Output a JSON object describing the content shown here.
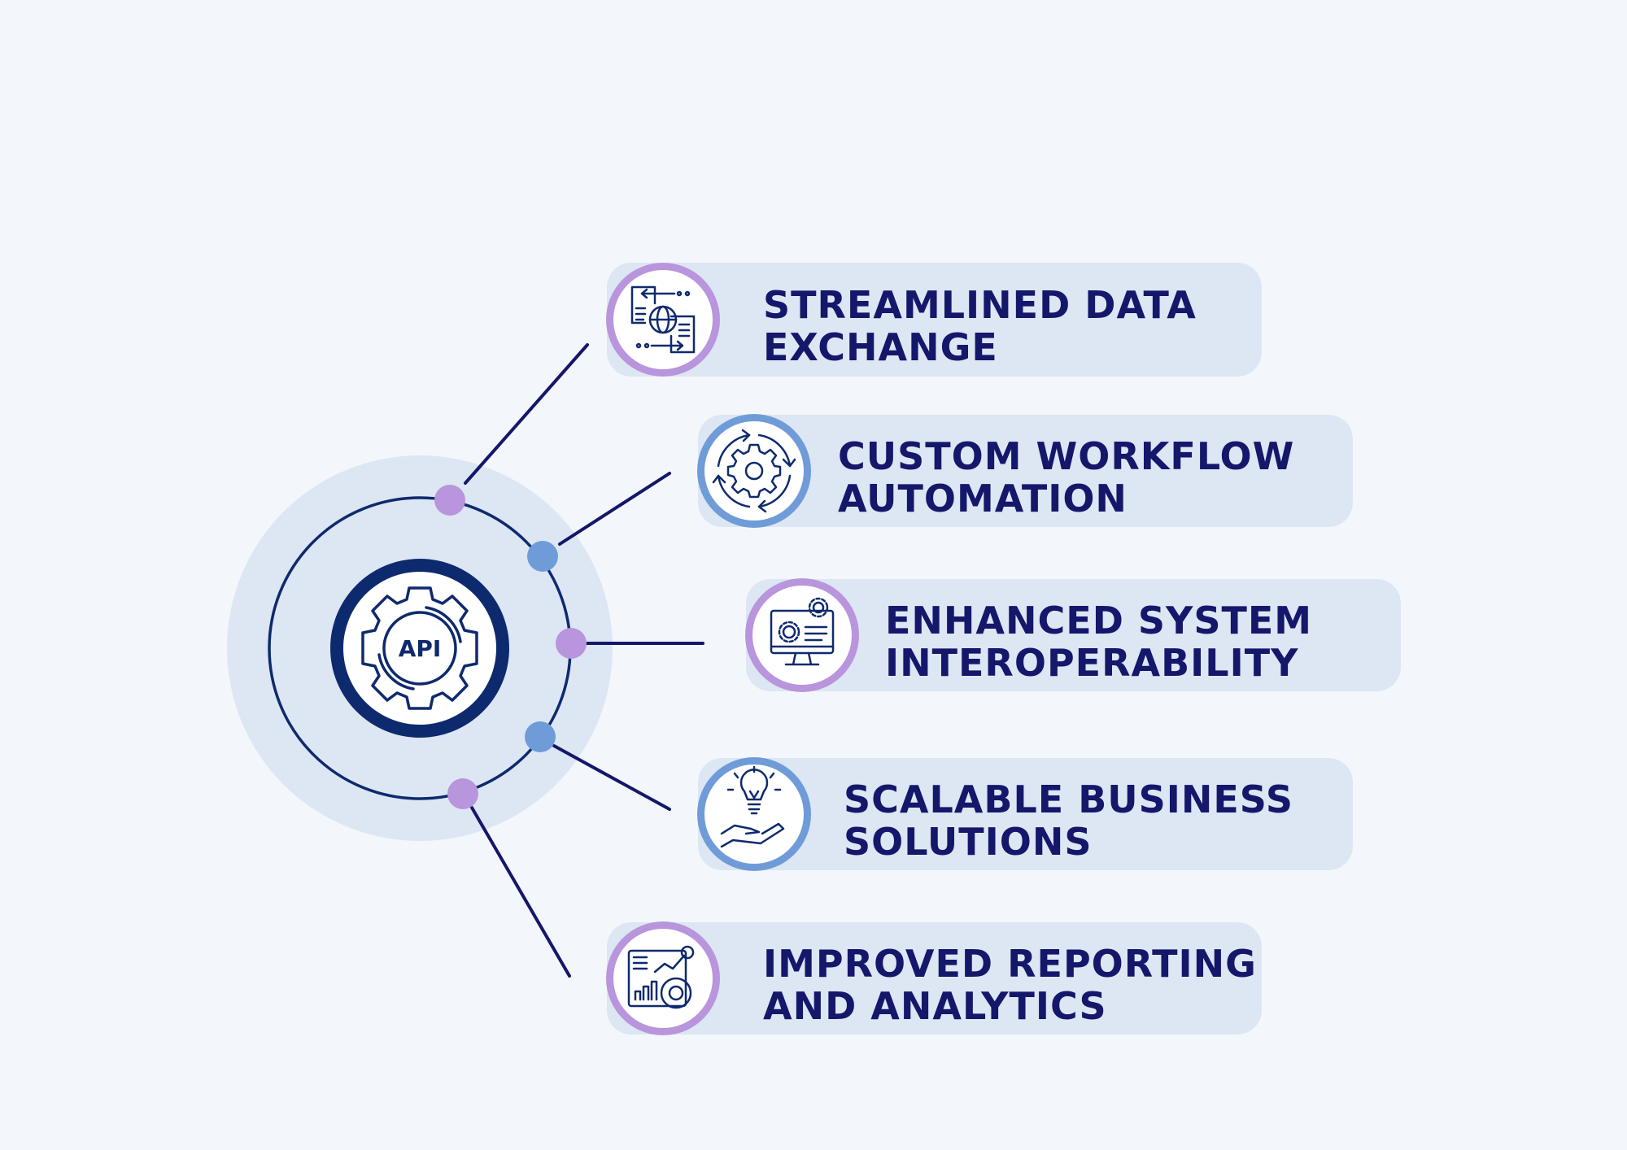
{
  "hub": {
    "label": "API",
    "icon": "api-gear-icon"
  },
  "colors": {
    "background": "#f3f7fb",
    "card": "#dde6f3",
    "navy": "#0e2a6e",
    "text": "#14176a",
    "purple": "#b895dc",
    "blue": "#6f9cd8"
  },
  "items": [
    {
      "line1": "STREAMLINED DATA",
      "line2": "EXCHANGE",
      "icon": "data-exchange-icon",
      "accent": "purple"
    },
    {
      "line1": "CUSTOM WORKFLOW",
      "line2": "AUTOMATION",
      "icon": "workflow-gear-icon",
      "accent": "blue"
    },
    {
      "line1": "ENHANCED SYSTEM",
      "line2": "INTEROPERABILITY",
      "icon": "monitor-settings-icon",
      "accent": "purple"
    },
    {
      "line1": "SCALABLE BUSINESS",
      "line2": "SOLUTIONS",
      "icon": "idea-hand-icon",
      "accent": "blue"
    },
    {
      "line1": "IMPROVED REPORTING",
      "line2": "AND ANALYTICS",
      "icon": "analytics-chart-icon",
      "accent": "purple"
    }
  ]
}
